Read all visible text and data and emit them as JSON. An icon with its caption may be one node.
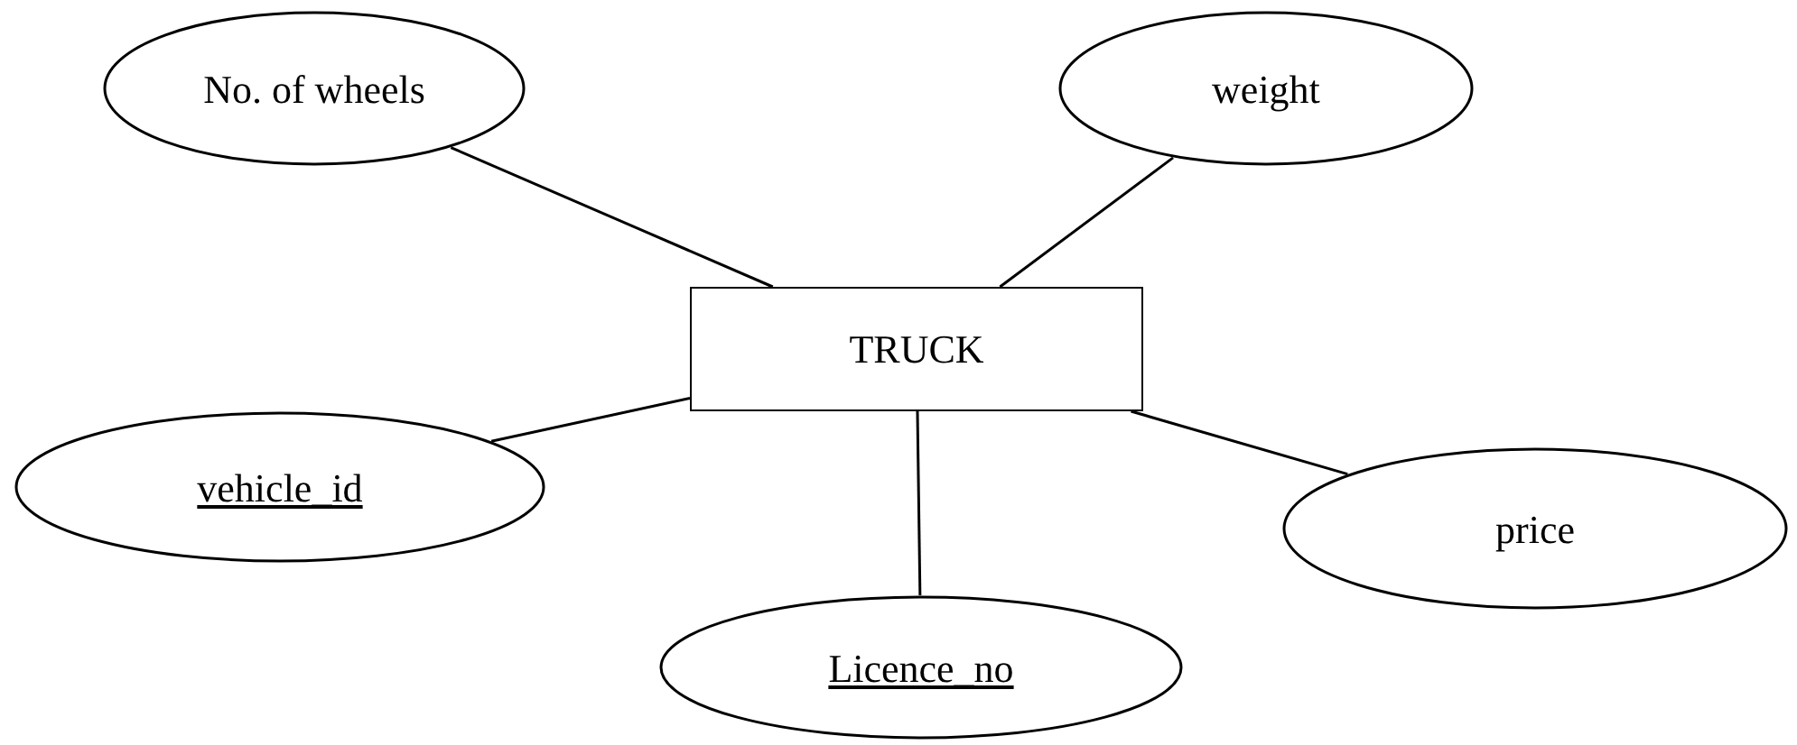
{
  "diagram": {
    "nodes": [
      {
        "text": [
          "No. of wheels"
        ]
      },
      {
        "text": [
          "weight"
        ]
      },
      {
        "text": [
          "TRUCK"
        ]
      },
      {
        "text": [
          "vehicle_id"
        ]
      },
      {
        "text": [
          "price"
        ]
      },
      {
        "text": [
          "Licence_no"
        ]
      }
    ],
    "edges": [
      {
        "from": 2,
        "to": 0,
        "arrow": "none"
      },
      {
        "from": 2,
        "to": 1,
        "arrow": "none"
      },
      {
        "from": 2,
        "to": 3,
        "arrow": "none"
      },
      {
        "from": 2,
        "to": 4,
        "arrow": "none"
      },
      {
        "from": 2,
        "to": 5,
        "arrow": "none"
      }
    ]
  }
}
